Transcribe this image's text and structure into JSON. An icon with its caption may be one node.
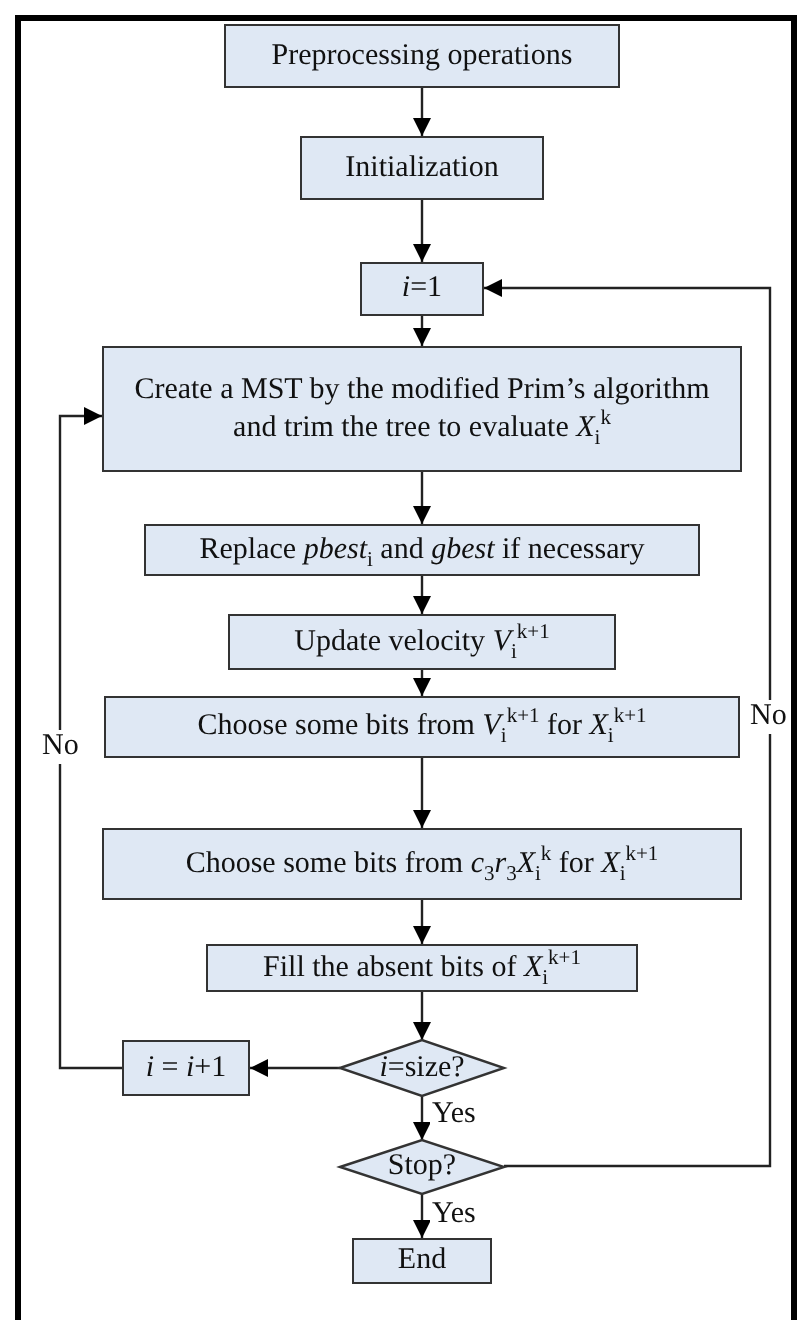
{
  "diagram": {
    "nodes": [
      {
        "text": [
          "Preprocessing operations"
        ]
      },
      {
        "text": [
          "Initialization"
        ]
      },
      {
        "text": [
          "*i*=1"
        ]
      },
      {
        "text": [
          "Create a MST by the modified Prim’s algorithm and trim the tree to evaluate *X*$_{i}$$^{k}$"
        ]
      },
      {
        "text": [
          "Replace *pbest*$_{i}$ and *gbest* if necessary"
        ]
      },
      {
        "text": [
          "Update velocity *V*$_{i}$$^{k+1}$"
        ]
      },
      {
        "text": [
          "Choose some bits from *V*$_{i}$$^{k+1}$ for *X*$_{i}$$^{k+1}$"
        ]
      },
      {
        "text": [
          "Choose some bits from *c*$_{3}$*r*$_{3}$*X*$_{i}$$^{k}$ for *X*$_{i}$$^{k+1}$"
        ]
      },
      {
        "text": [
          "Fill the absent bits of *X*$_{i}$$^{k+1}$"
        ]
      },
      {
        "text": [
          "*i*=size?"
        ]
      },
      {
        "text": [
          "*i* = *i*+1"
        ]
      },
      {
        "text": [
          "Stop?"
        ]
      },
      {
        "text": [
          "End"
        ]
      }
    ],
    "edges": [
      {
        "from": 0,
        "to": 1,
        "arrow": "to"
      },
      {
        "from": 1,
        "to": 2,
        "arrow": "to"
      },
      {
        "from": 2,
        "to": 3,
        "arrow": "to"
      },
      {
        "from": 3,
        "to": 4,
        "arrow": "to"
      },
      {
        "from": 4,
        "to": 5,
        "arrow": "to"
      },
      {
        "from": 5,
        "to": 6,
        "arrow": "to"
      },
      {
        "from": 6,
        "to": 7,
        "arrow": "to"
      },
      {
        "from": 7,
        "to": 8,
        "arrow": "to"
      },
      {
        "from": 8,
        "to": 9,
        "arrow": "to"
      },
      {
        "from": 9,
        "to": 10,
        "arrow": "to"
      },
      {
        "from": 10,
        "to": 3,
        "arrow": "to",
        "label": "No"
      },
      {
        "from": 9,
        "to": 11,
        "arrow": "to",
        "label": "Yes"
      },
      {
        "from": 11,
        "to": 2,
        "arrow": "to",
        "label": "No"
      },
      {
        "from": 11,
        "to": 12,
        "arrow": "to",
        "label": "Yes"
      }
    ]
  }
}
